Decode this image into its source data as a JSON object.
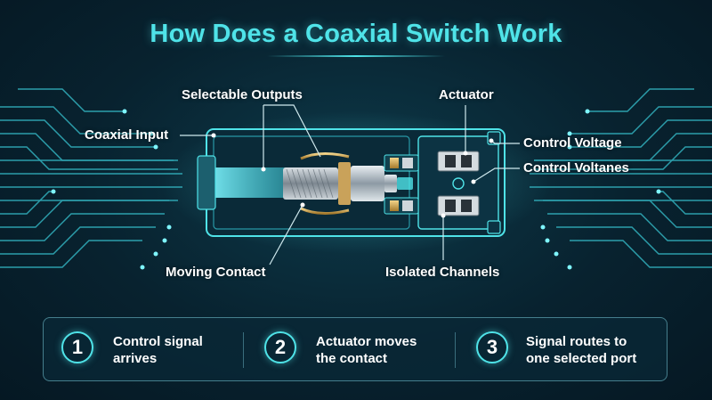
{
  "title": "How Does a Coaxial Switch Work",
  "labels": {
    "selectable_outputs": "Selectable Outputs",
    "actuator": "Actuator",
    "coaxial_input": "Coaxial Input",
    "control_voltage": "Control Voltage",
    "control_voltanes": "Control Voltanes",
    "moving_contact": "Moving Contact",
    "isolated_channels": "Isolated Channels"
  },
  "steps": [
    {
      "number": "1",
      "line1": "Control signal",
      "line2": "arrives"
    },
    {
      "number": "2",
      "line1": "Actuator moves",
      "line2": "the contact"
    },
    {
      "number": "3",
      "line1": "Signal routes to",
      "line2": "one selected port"
    }
  ],
  "colors": {
    "accent": "#4fe3e8",
    "background": "#08222f",
    "housing_outline": "#4fe3e8",
    "copper": "#c9a25a"
  }
}
